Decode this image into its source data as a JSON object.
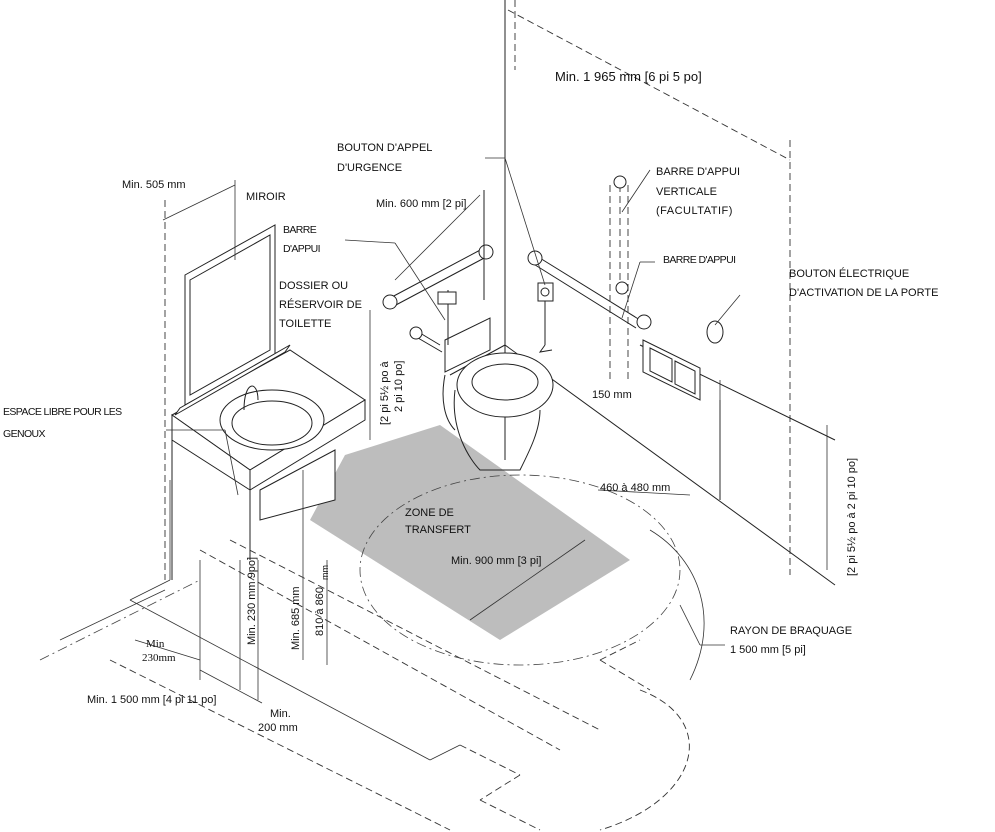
{
  "diagram": {
    "title": "Accessible washroom isometric layout",
    "colors": {
      "line": "#222222",
      "transfer_zone": "#bdbdbd",
      "background": "#ffffff"
    },
    "labels": {
      "overall_width": "Min. 1 965 mm [6 pi 5 po]",
      "emergency_call_button": [
        "BOUTON D'APPEL",
        "D'URGENCE"
      ],
      "grab_bar_length": "Min. 600 mm [2 pi]",
      "mirror_width": "Min. 505 mm",
      "mirror": "MIROIR",
      "grab_bar_left": [
        "BARRE",
        "D'APPUI"
      ],
      "toilet_backrest": [
        "DOSSIER OU",
        "RÉSERVOIR DE",
        "TOILETTE"
      ],
      "vertical_grab_bar": [
        "BARRE D'APPUI",
        "VERTICALE",
        "(FACULTATIF)"
      ],
      "grab_bar_right": "BARRE D'APPUI",
      "door_button": [
        "BOUTON ÉLECTRIQUE",
        "D'ACTIVATION DE LA PORTE"
      ],
      "knee_clearance": [
        "ESPACE LIBRE POUR LES",
        "GENOUX"
      ],
      "grab_bar_height_left": [
        "[2 pi 5½ po à",
        "2 pi 10 po]"
      ],
      "offset_150": "150 mm",
      "toilet_centerline": "460 à 480 mm",
      "grab_bar_height_right": "[2 pi 5½ po à 2 pi 10 po]",
      "transfer_zone": [
        "ZONE DE",
        "TRANSFERT"
      ],
      "transfer_width": "Min. 900 mm [3 pi]",
      "turning_radius": [
        "RAYON DE BRAQUAGE",
        "1 500 mm [5 pi]"
      ],
      "knee_depth": "Min. 230 mm 9po]",
      "knee_height": "Min. 685 mm",
      "counter_height": "810 à 860",
      "counter_height_unit": "mm",
      "toe_min": [
        "Min",
        "230mm"
      ],
      "length_min": "Min. 1 500 mm [4 pi 11 po]",
      "toe_depth": [
        "Min.",
        "200 mm"
      ]
    }
  }
}
